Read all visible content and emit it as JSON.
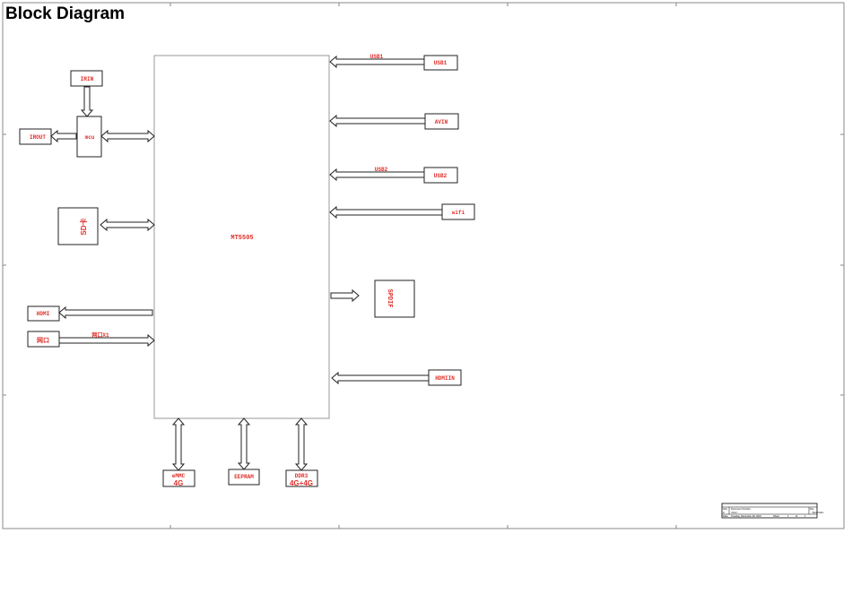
{
  "title": "Block Diagram",
  "soc": "MT5505",
  "blocks": {
    "irin": "IRIN",
    "irout": "IROUT",
    "mcu": "mcu",
    "sd": "SD卡",
    "hdmi": "HDMI",
    "lan": "网口",
    "usb1": "USB1",
    "avin": "AVIN",
    "usb2": "USB2",
    "wifi": "wifi",
    "spdif": "SPDIF",
    "hdmiin": "HDMIIN",
    "emmc": "eMMC",
    "emmc_size": "4G",
    "eeprom": "EEPRAM",
    "ddr": "DDR3",
    "ddr_size": "4G+4G"
  },
  "signals": {
    "usb1": "USB1",
    "usb2": "USB2",
    "lan": "网口X1"
  },
  "title_block": {
    "size_label": "Size",
    "size": "A",
    "doc_label": "Document Number",
    "doc": "<Doc>",
    "rev_label": "Rev",
    "rev": "<RevCode>",
    "date_label": "Date:",
    "date": "Tuesday, December 28, 2010",
    "sheet_label": "Sheet",
    "sheet": "1",
    "of_label": "of",
    "sheets": "1"
  }
}
